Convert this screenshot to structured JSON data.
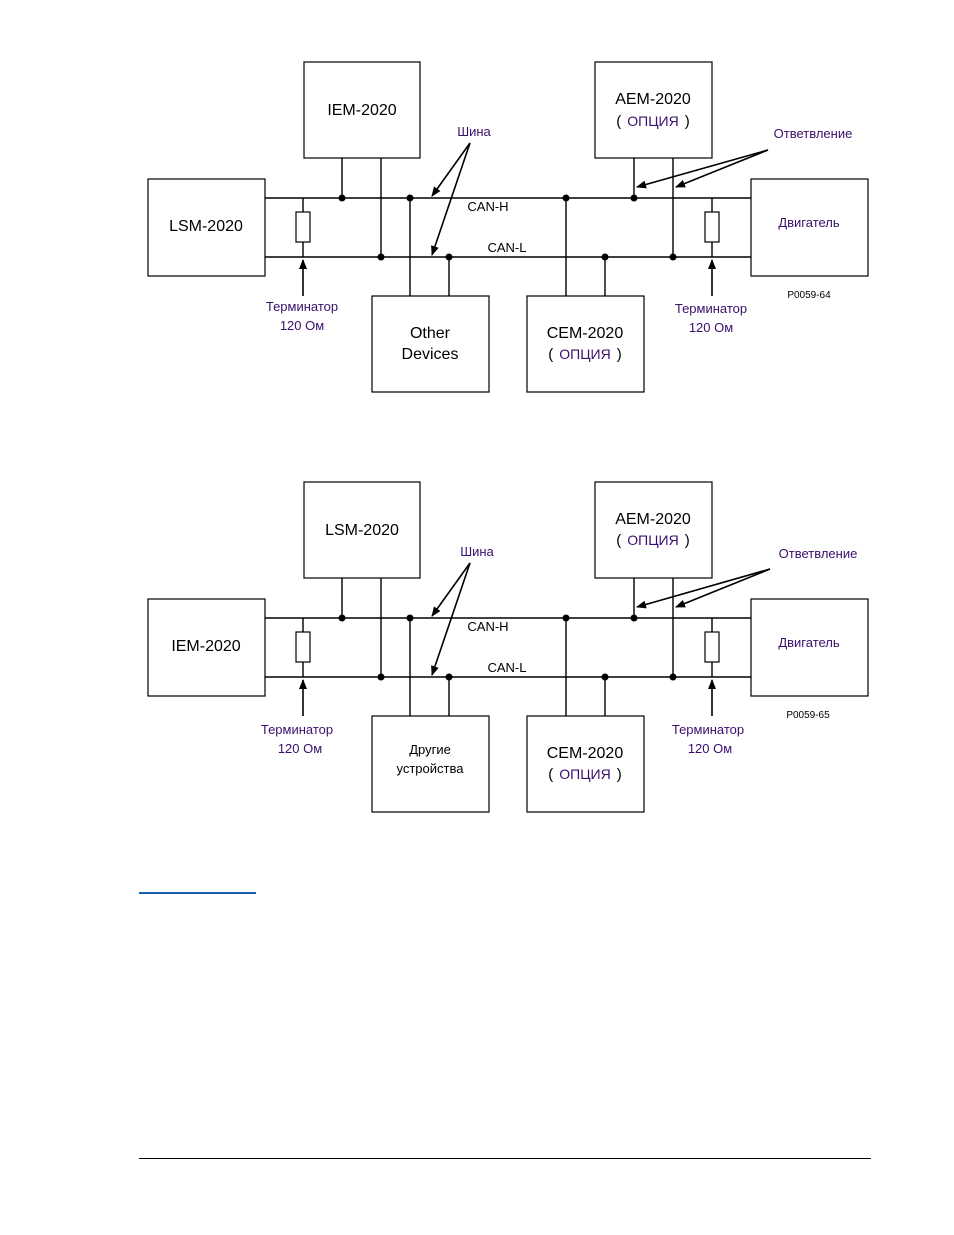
{
  "colors": {
    "label": "#3a0f6b",
    "line": "#000000",
    "link": "#1a5fb4"
  },
  "diagrams": [
    {
      "left_device": "LSM-2020",
      "top_device_1": "IEM-2020",
      "top_device_2": {
        "name": "AEM-2020",
        "open": "(",
        "option": "ОПЦИЯ",
        "close": ")"
      },
      "right_device": "Двигатель",
      "bottom_device_1": [
        "Other",
        "Devices"
      ],
      "bottom_device_2": {
        "name": "CEM-2020",
        "open": "(",
        "option": "ОПЦИЯ",
        "close": ")"
      },
      "bus_label": "Шина",
      "branch_label": "Ответвление",
      "can_h": "CAN-H",
      "can_l": "CAN-L",
      "terminator_left": [
        "Терминатор",
        "120 Ом"
      ],
      "terminator_right": [
        "Терминатор",
        "120 Ом"
      ],
      "figure_code": "P0059-64"
    },
    {
      "left_device": "IEM-2020",
      "top_device_1": "LSM-2020",
      "top_device_2": {
        "name": "AEM-2020",
        "open": "(",
        "option": "ОПЦИЯ",
        "close": ")"
      },
      "right_device": "Двигатель",
      "bottom_device_1": [
        "Другие",
        "устройства"
      ],
      "bottom_device_2": {
        "name": "CEM-2020",
        "open": "(",
        "option": "ОПЦИЯ",
        "close": ")"
      },
      "bus_label": "Шина",
      "branch_label": "Ответвление",
      "can_h": "CAN-H",
      "can_l": "CAN-L",
      "terminator_left": [
        "Терминатор",
        "120 Ом"
      ],
      "terminator_right": [
        "Терминатор",
        "120 Ом"
      ],
      "figure_code": "P0059-65"
    }
  ]
}
